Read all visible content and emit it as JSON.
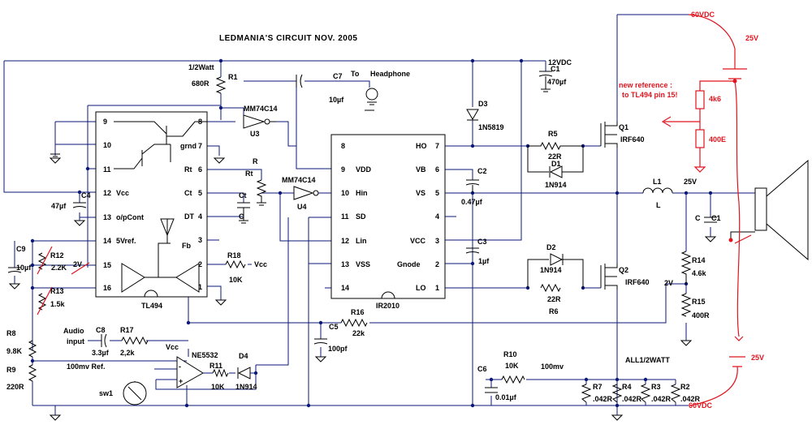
{
  "title": "LEDMANIA'S   CIRCUIT   NOV. 2005",
  "rails": {
    "plus60": "60VDC",
    "minus60": "60VDC",
    "plus12": "12VDC"
  },
  "headphone": {
    "cap": "C7",
    "cap_value": "10µf",
    "to": "To",
    "label": "Headphone"
  },
  "r1": {
    "rating": "1/2Watt",
    "ref": "R1",
    "value": "680R"
  },
  "c1_470": {
    "ref": "C1",
    "value": "470µf"
  },
  "u3": {
    "part": "MM74C14",
    "ref": "U3"
  },
  "u4": {
    "part": "MM74C14",
    "ref": "U4"
  },
  "tl494": {
    "name": "TL494",
    "pins": {
      "p9": "9",
      "p10": "10",
      "p11": "11",
      "p12": "12",
      "p13": "13",
      "p14": "14",
      "p15": "15",
      "p16": "16",
      "p8": "8",
      "p7": "7",
      "p6": "6",
      "p5": "5",
      "p4": "4",
      "p3": "3",
      "p2": "2",
      "p1": "1"
    },
    "labels": {
      "vcc": "Vcc",
      "opcont": "o/pCont",
      "vref": "5Vref.",
      "grnd": "grnd",
      "rt": "Rt",
      "ct": "Ct",
      "dt": "DT",
      "fb": "Fb"
    }
  },
  "ir2010": {
    "name": "IR2010",
    "pins": {
      "p8": "8",
      "p9": "9",
      "p10": "10",
      "p11": "11",
      "p12": "12",
      "p13": "13",
      "p14": "14",
      "p7": "7",
      "p6": "6",
      "p5": "5",
      "p4": "4",
      "p3": "3",
      "p2": "2",
      "p1": "1"
    },
    "labels": {
      "vdd": "VDD",
      "hin": "Hin",
      "sd": "SD",
      "lin": "Lin",
      "vss": "VSS",
      "ho": "HO",
      "vb": "VB",
      "vs": "VS",
      "vcc": "VCC",
      "gnode": "Gnode",
      "lo": "LO"
    }
  },
  "rt": {
    "ref": "R",
    "value": "Rt"
  },
  "ct": {
    "ref": "Ct",
    "value": "C"
  },
  "c4": {
    "ref": "C4",
    "value": "47µf"
  },
  "c9": {
    "ref": "C9",
    "value": "10µf"
  },
  "r12": {
    "ref": "R12",
    "value": "2.2K"
  },
  "r13": {
    "ref": "R13",
    "value": "1.5k"
  },
  "v2_left": "2V",
  "r18": {
    "ref": "R18",
    "value": "10K",
    "net": "Vcc"
  },
  "r8": {
    "ref": "R8",
    "value": "9.8K"
  },
  "r9": {
    "ref": "R9",
    "value": "220R"
  },
  "audio": {
    "line1": "Audio",
    "line2": "input"
  },
  "c8": {
    "ref": "C8",
    "value": "3.3µf"
  },
  "r17": {
    "ref": "R17",
    "value": "2,2k"
  },
  "ref100": "100mv Ref.",
  "ne5532": {
    "name": "NE5532",
    "vcc": "Vcc"
  },
  "d4": {
    "ref": "D4",
    "value": "1N914"
  },
  "r11": {
    "ref": "R11",
    "value": "10K"
  },
  "sw1": "sw1",
  "d3": {
    "ref": "D3",
    "value": "1N5819"
  },
  "c2": {
    "ref": "C2",
    "value": "0.47µf"
  },
  "c3": {
    "ref": "C3",
    "value": "1µf"
  },
  "r5": {
    "ref": "R5",
    "value": "22R"
  },
  "d1": {
    "ref": "D1",
    "value": "1N914"
  },
  "d2": {
    "ref": "D2",
    "value": "1N914"
  },
  "r6": {
    "ref": "R6",
    "value": "22R"
  },
  "q1": {
    "ref": "Q1",
    "value": "IRF640"
  },
  "q2": {
    "ref": "Q2",
    "value": "IRF640"
  },
  "l1": {
    "ref": "L1",
    "value": "L"
  },
  "v25_node": "25V",
  "c_out": {
    "ref": "C",
    "value": "C1"
  },
  "r14": {
    "ref": "R14",
    "value": "4.6k"
  },
  "r15": {
    "ref": "R15",
    "value": "400R"
  },
  "v2_right": "2V",
  "r16": {
    "ref": "R16",
    "value": "22k"
  },
  "c5": {
    "ref": "C5",
    "value": "100pf"
  },
  "c6": {
    "ref": "C6",
    "value": "0.01µf"
  },
  "r10": {
    "ref": "R10",
    "value": "10K",
    "note": "100mv"
  },
  "all_half_watt": "ALL1/2WATT",
  "shunts": [
    {
      "ref": "R7",
      "value": ".042R"
    },
    {
      "ref": "R4",
      "value": ".042R"
    },
    {
      "ref": "R3",
      "value": ".042R"
    },
    {
      "ref": "R2",
      "value": ".042R"
    }
  ],
  "annotation": {
    "top_v": "25V",
    "bottom_v": "25V",
    "line1": "new reference :",
    "line2": "to TL494 pin 15!",
    "r_top": "4k6",
    "r_bottom": "400E",
    "color": "#e0141e"
  }
}
